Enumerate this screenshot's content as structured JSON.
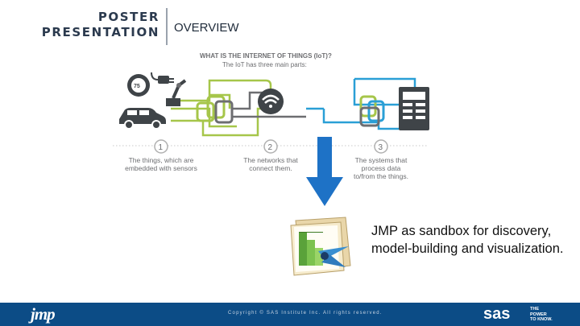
{
  "header": {
    "title_line1": "POSTER",
    "title_line2": "PRESENTATION",
    "section": "OVERVIEW"
  },
  "diagram": {
    "title": "WHAT IS THE INTERNET OF THINGS (IoT)?",
    "subtitle": "The IoT has three main parts:",
    "thermostat_reading": "75",
    "parts": [
      {
        "number": "1",
        "line1": "The things, which are",
        "line2": "embedded with sensors",
        "line3": ""
      },
      {
        "number": "2",
        "line1": "The networks that",
        "line2": "connect them.",
        "line3": ""
      },
      {
        "number": "3",
        "line1": "The systems that",
        "line2": "process data",
        "line3": "to/from the things."
      }
    ],
    "colors": {
      "green": "#a6c64a",
      "blue": "#2a9fd6",
      "gray": "#6d6e71",
      "dark": "#3f4448"
    }
  },
  "jmp": {
    "caption": "JMP as sandbox for discovery, model-building and visualization."
  },
  "footer": {
    "logo": "jmp",
    "copyright": "Copyright © SAS Institute Inc. All rights reserved.",
    "sas_logo": "sas",
    "tagline": "THE\nPOWER\nTO KNOW."
  }
}
